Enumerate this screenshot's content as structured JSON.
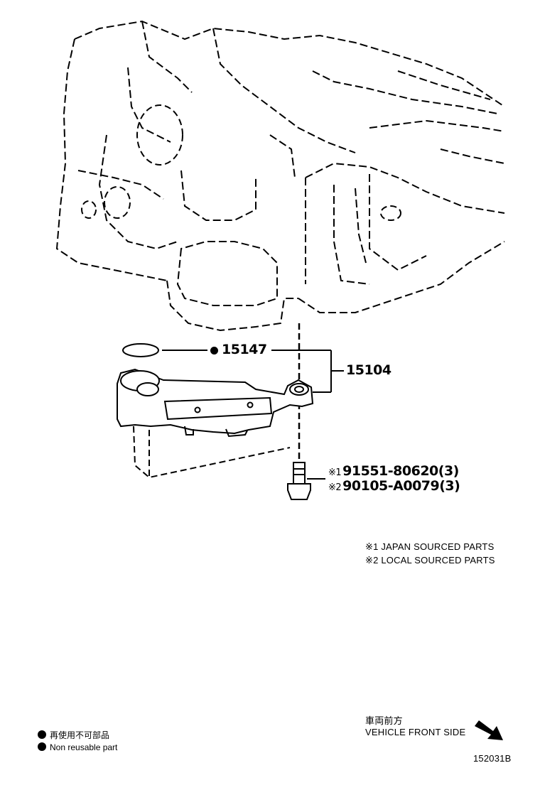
{
  "callouts": {
    "oring_part": "15147",
    "assembly_part": "15104",
    "bolt_japan_mark": "※1",
    "bolt_japan_part": "91551-80620(3)",
    "bolt_local_mark": "※2",
    "bolt_local_part": "90105-A0079(3)"
  },
  "notes": {
    "japan_sourced": "※1 JAPAN SOURCED PARTS",
    "local_sourced": "※2 LOCAL SOURCED PARTS"
  },
  "orientation": {
    "label_jp": "車両前方",
    "label_en": "VEHICLE FRONT SIDE",
    "arrow_icon": "arrow-down-right-icon"
  },
  "legend": {
    "non_reusable_jp": "再使用不可部品",
    "non_reusable_en": "Non  reusable part",
    "marker_icon": "filled-dot-icon"
  },
  "figure_id": "152031B"
}
